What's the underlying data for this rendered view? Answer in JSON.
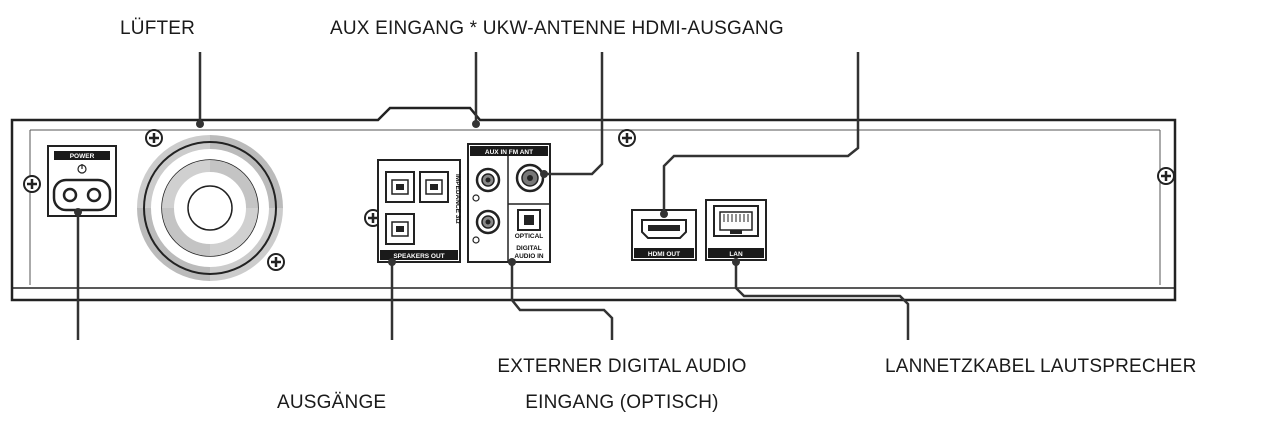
{
  "callouts": {
    "fan": "LÜFTER",
    "top_group": "AUX EINGANG * UKW-ANTENNE HDMI-AUSGANG",
    "speakers_line2": "AUSGÄNGE",
    "optical_line1": "EXTERNER DIGITAL AUDIO",
    "optical_line2": "EINGANG (OPTISCH)",
    "lan_group": "LANNETZKABEL LAUTSPRECHER"
  },
  "panel_labels": {
    "power": "POWER",
    "aux_fm": "AUX IN  FM ANT",
    "impedance": "IMPEDANCE 3Ω",
    "speakers_out": "SPEAKERS OUT",
    "optical": "OPTICAL",
    "digital_audio_in_1": "DIGITAL",
    "digital_audio_in_2": "AUDIO IN",
    "hdmi_out": "HDMI OUT",
    "lan": "LAN"
  },
  "icons": [
    "fan-grille-icon",
    "screw-icon",
    "power-socket-icon",
    "rca-jack-icon",
    "hdmi-port-icon",
    "ethernet-port-icon",
    "optical-port-icon"
  ]
}
